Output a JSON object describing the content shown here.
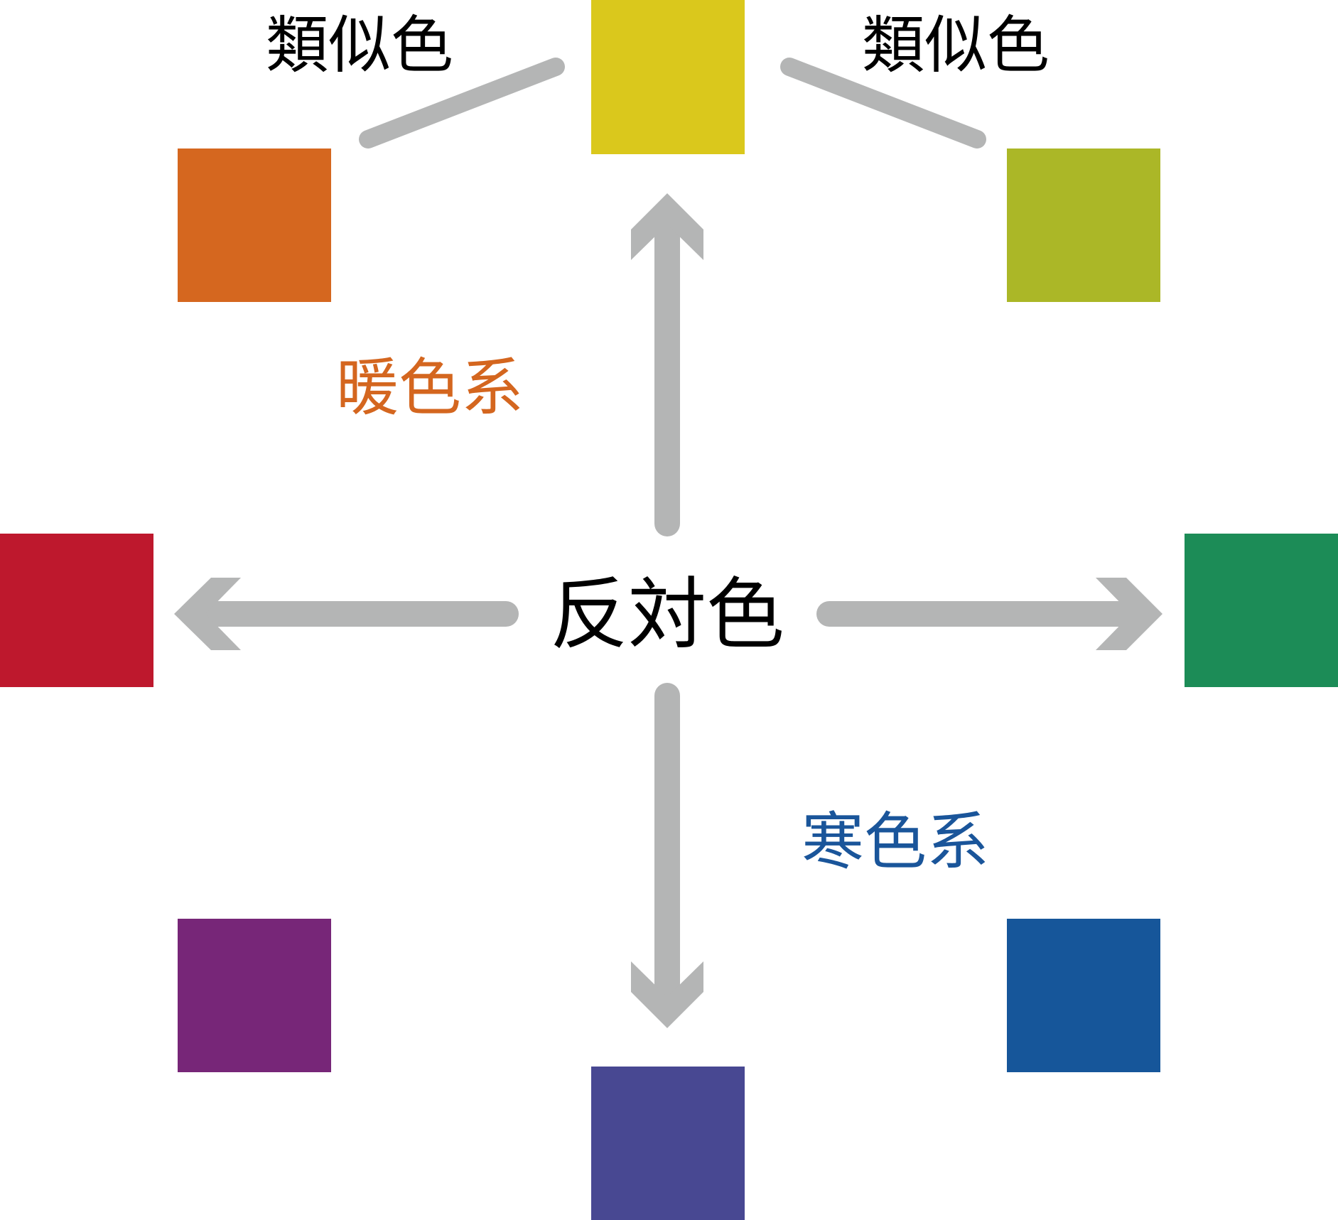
{
  "labels": {
    "analogous_left": "類似色",
    "analogous_right": "類似色",
    "warm": "暖色系",
    "cool": "寒色系",
    "opposite": "反対色"
  },
  "colors": {
    "connector": "#b4b5b5",
    "text_primary": "#000000",
    "warm_text": "#d4661f",
    "cool_text": "#1a559a"
  },
  "swatches": [
    {
      "name": "yellow",
      "color": "#dac81c"
    },
    {
      "name": "yellow-green",
      "color": "#abb727"
    },
    {
      "name": "green",
      "color": "#1c8c57"
    },
    {
      "name": "blue",
      "color": "#16569a"
    },
    {
      "name": "blue-violet",
      "color": "#484892"
    },
    {
      "name": "purple",
      "color": "#772678"
    },
    {
      "name": "red",
      "color": "#be182d"
    },
    {
      "name": "orange",
      "color": "#d5671f"
    }
  ]
}
